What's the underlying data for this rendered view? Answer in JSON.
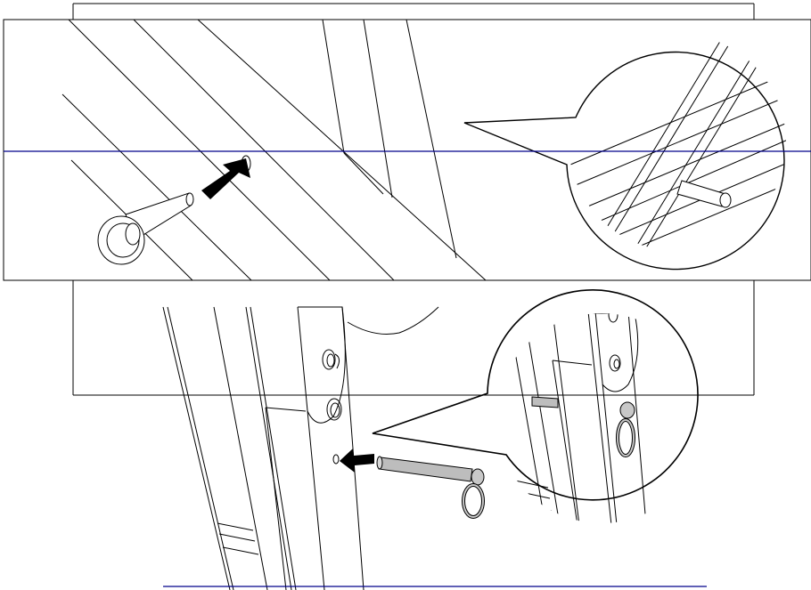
{
  "figure": {
    "kind": "assembly-instruction-illustration",
    "colors": {
      "background": "#ffffff",
      "line": "#000000",
      "guide": "#00008b",
      "pin_fill": "#bdbdbd",
      "ring_fill": "#c8c8c8",
      "arrow_fill": "#000000"
    },
    "steps": [
      {
        "name": "top-step",
        "action": "insert-pin-into-bracket-hole",
        "icons": [
          "push-arrow-icon",
          "ring-pin-icon",
          "magnified-detail-bubble"
        ]
      },
      {
        "name": "bottom-step",
        "action": "insert-ring-pin-through-frame-hole",
        "icons": [
          "push-arrow-icon",
          "ring-pin-icon",
          "magnified-detail-bubble"
        ]
      }
    ]
  }
}
